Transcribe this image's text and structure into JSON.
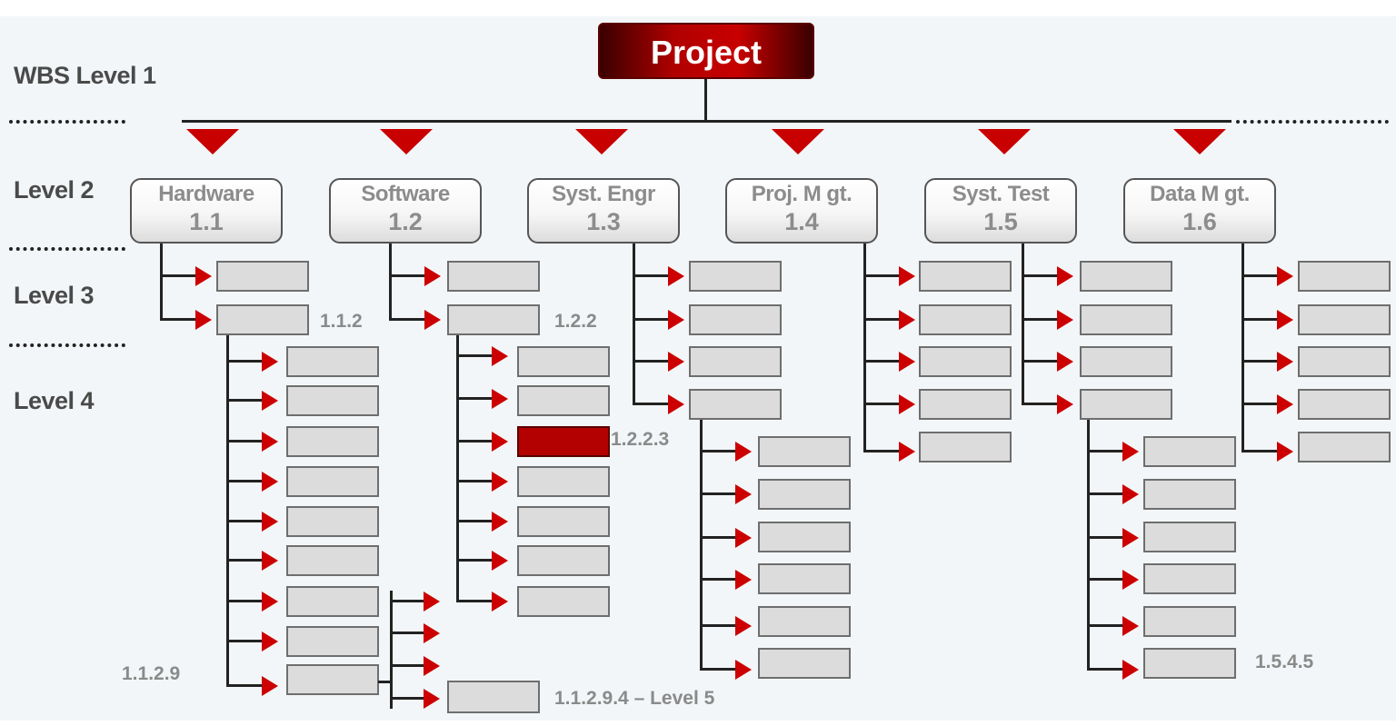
{
  "levels": {
    "level1": "WBS Level 1",
    "level2": "Level 2",
    "level3": "Level 3",
    "level4": "Level 4"
  },
  "root": {
    "label": "Project"
  },
  "branches": [
    {
      "title": "Hardware",
      "code": "1.1"
    },
    {
      "title": "Software",
      "code": "1.2"
    },
    {
      "title": "Syst. Engr",
      "code": "1.3"
    },
    {
      "title": "Proj. M gt.",
      "code": "1.4"
    },
    {
      "title": "Syst. Test",
      "code": "1.5"
    },
    {
      "title": "Data M gt.",
      "code": "1.6"
    }
  ],
  "callouts": {
    "hw_level3": "1.1.2",
    "sw_level3": "1.2.2",
    "sw_level4_highlight": "1.2.2.3",
    "hw_level4": "1.1.2.9",
    "hw_level5": "1.1.2.9.4 – Level 5",
    "test_level4": "1.5.4.5"
  },
  "colors": {
    "accent": "#c80000",
    "box_fill": "#dcdcdc",
    "highlight_fill": "#b30000",
    "background": "#f2f6f8"
  }
}
